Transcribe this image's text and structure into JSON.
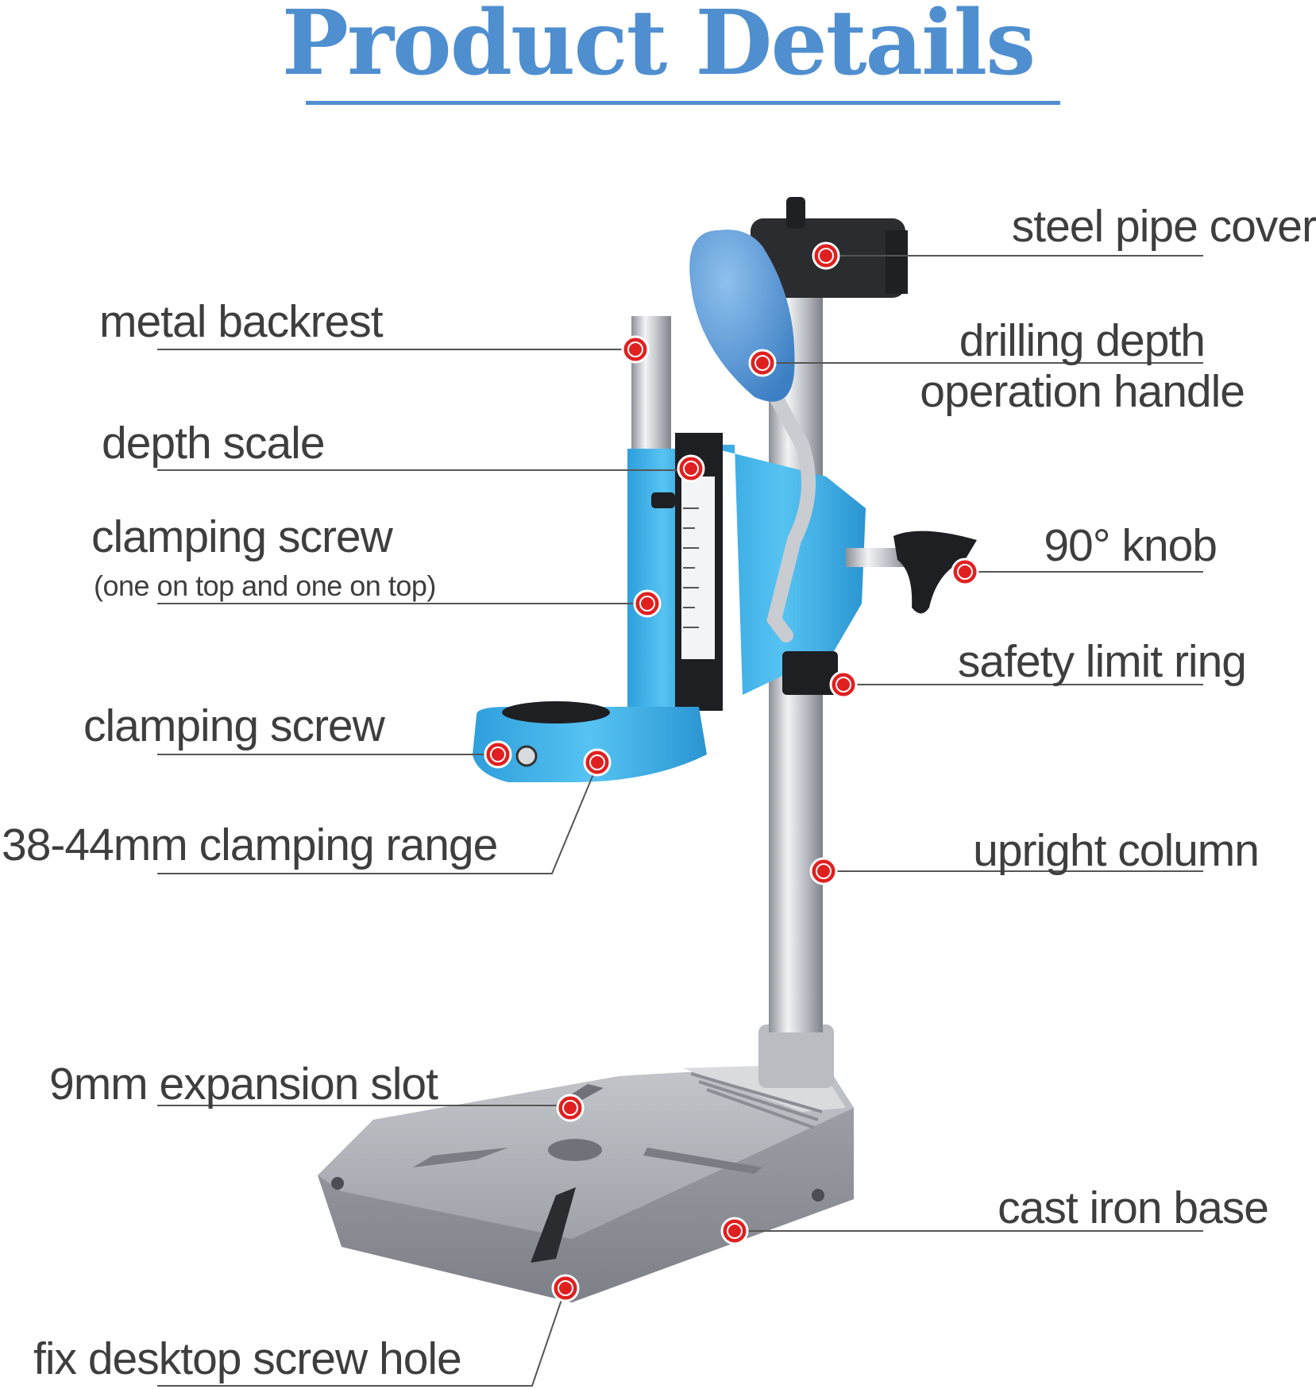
{
  "title": "Product Details",
  "colors": {
    "title": "#4f8fd0",
    "marker": "#e02020",
    "bracket": "#3fb3ea",
    "handle": "#4e93d6",
    "column": "#c9ccd1",
    "base": "#a7aab0",
    "text": "#3e3e3e"
  },
  "callouts": {
    "steel_pipe_cover": "steel pipe cover",
    "metal_backrest": "metal backrest",
    "drilling_depth_line1": "drilling depth",
    "drilling_depth_line2": "operation handle",
    "depth_scale": "depth scale",
    "clamping_screw_top": "clamping screw",
    "clamping_screw_top_note": "(one on top and one on top)",
    "knob_90": "90° knob",
    "safety_limit_ring": "safety limit ring",
    "clamping_screw": "clamping screw",
    "clamping_range": "38-44mm clamping range",
    "upright_column": "upright column",
    "expansion_slot": "9mm expansion slot",
    "cast_iron_base": "cast iron base",
    "desktop_screw_hole": "fix desktop screw hole"
  }
}
